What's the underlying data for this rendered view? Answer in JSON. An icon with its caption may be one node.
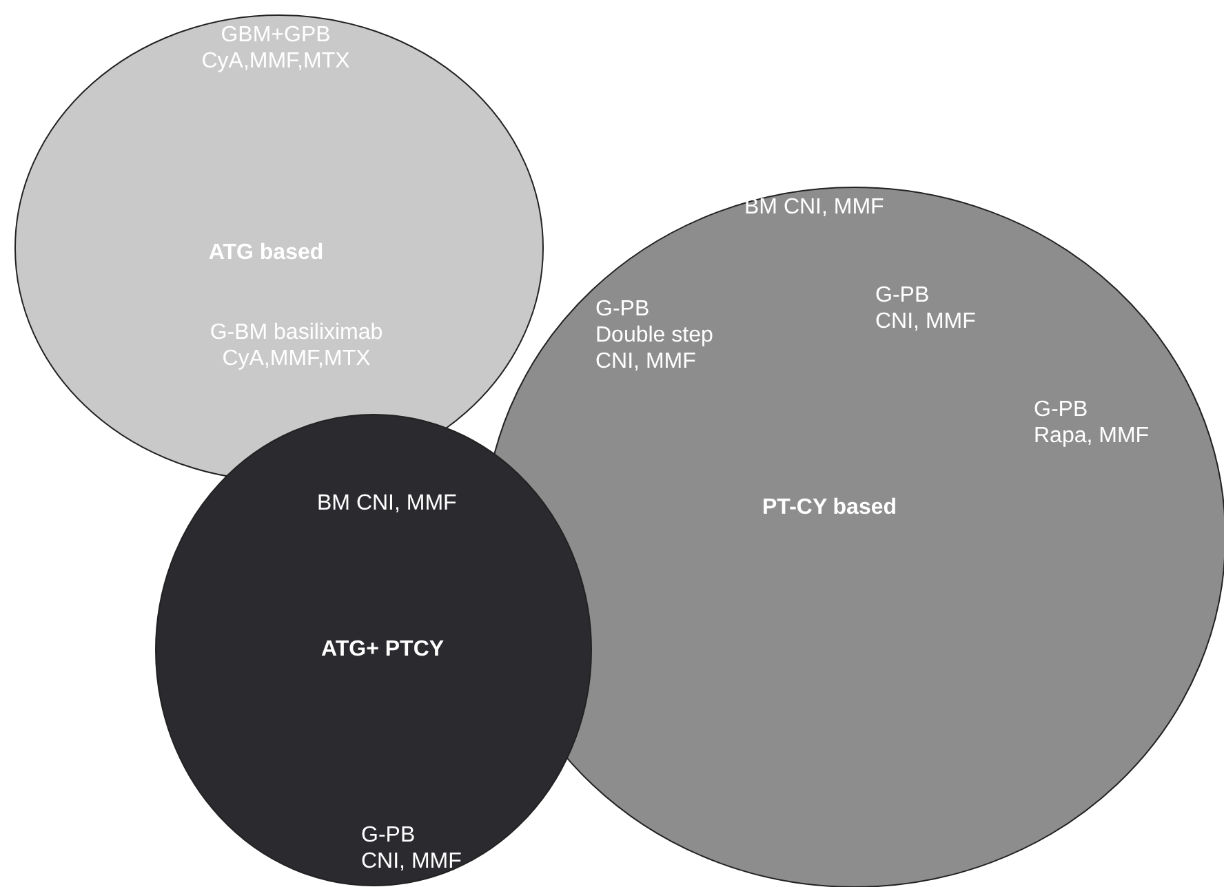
{
  "diagram": {
    "nodes": [
      {
        "text": [
          "GBM+GPB CyA,MMF,MTX",
          "ATG based",
          "G-BM basiliximab CyA,MMF,MTX"
        ]
      },
      {
        "text": [
          "BM CNI, MMF",
          "G-PB Double step CNI, MMF",
          "G-PB CNI, MMF",
          "G-PB Rapa, MMF",
          "PT-CY based"
        ]
      },
      {
        "text": [
          "BM CNI, MMF",
          "ATG+ PTCY",
          "G-PB CNI, MMF"
        ]
      }
    ],
    "edges": []
  }
}
